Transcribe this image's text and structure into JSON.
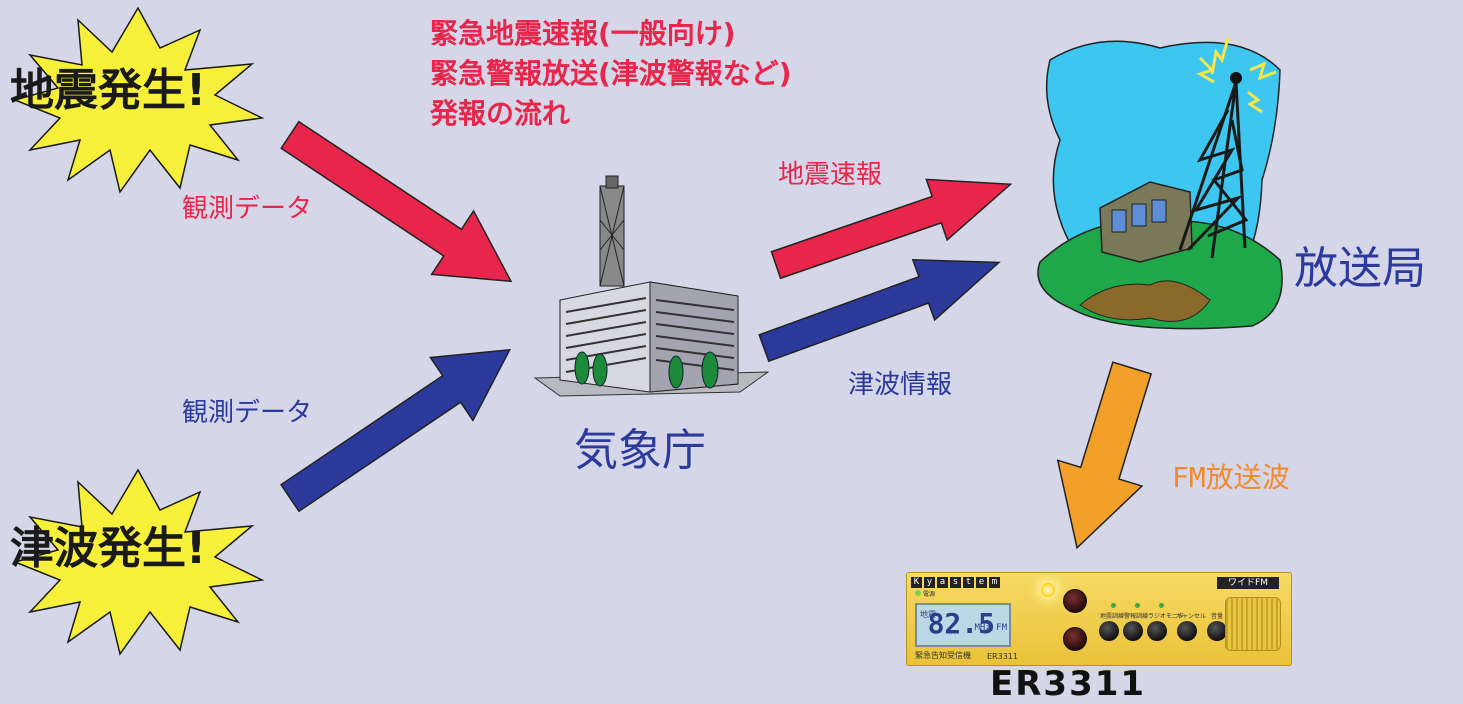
{
  "title_lines": [
    "緊急地震速報(一般向け)",
    "緊急警報放送(津波警報など)",
    "発報の流れ"
  ],
  "events": {
    "earthquake": "地震発生!",
    "tsunami": "津波発生!"
  },
  "labels": {
    "obs_upper": "観測データ",
    "obs_lower": "観測データ",
    "quake_report": "地震速報",
    "tsunami_info": "津波情報",
    "fm_wave": "FM放送波"
  },
  "nodes": {
    "jma": "気象庁",
    "broadcaster": "放送局"
  },
  "device": {
    "model_caption": "ER3311",
    "brand_letters": [
      "K",
      "y",
      "a",
      "s",
      "t",
      "e",
      "m"
    ],
    "wide_fm": "ワイドFM",
    "frequency": "82.5",
    "unit": "MHz FM",
    "lcd_side": "地震",
    "name": "緊急告知受信機",
    "model_small": "ER3311",
    "power_label": "電源",
    "button_labels": [
      "地震訓練",
      "警報訓練",
      "ラジオモニタ",
      "キャンセル",
      "音量"
    ]
  },
  "colors": {
    "background": "#d5d6e8",
    "red_arrow": "#e8254a",
    "blue_arrow": "#2b3a9b",
    "orange_arrow": "#f2a02a",
    "burst": "#f7f03a"
  }
}
